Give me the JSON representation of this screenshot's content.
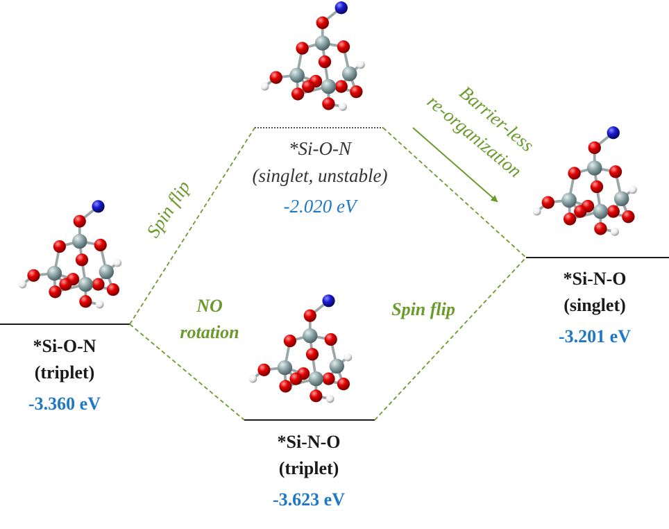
{
  "colors": {
    "energy_blue": "#1f78c4",
    "green": "#6a9a2c",
    "silicon": "#7e9a9c",
    "oxygen": "#d40000",
    "nitrogen": "#1616b8",
    "hydrogen": "#f0f0f0"
  },
  "states": {
    "si_o_n_triplet": {
      "name": "*Si-O-N",
      "spin": "(triplet)",
      "energy": "-3.360 eV"
    },
    "si_o_n_singlet": {
      "name": "*Si-O-N",
      "spin": "(singlet, unstable)",
      "energy": "-2.020 eV"
    },
    "si_n_o_triplet": {
      "name": "*Si-N-O",
      "spin": "(triplet)",
      "energy": "-3.623 eV"
    },
    "si_n_o_singlet": {
      "name": "*Si-N-O",
      "spin": "(singlet)",
      "energy": "-3.201 eV"
    }
  },
  "transitions": {
    "spin_flip_upper": "Spin flip",
    "no_rotation_line1": "NO",
    "no_rotation_line2": "rotation",
    "spin_flip_lower": "Spin flip",
    "barrier_line1": "Barrier-less",
    "barrier_line2": "re-organization"
  },
  "icons": [
    "molecule-si-o-n-triplet",
    "molecule-si-o-n-singlet",
    "molecule-si-n-o-triplet",
    "molecule-si-n-o-singlet",
    "arrow-icon"
  ]
}
